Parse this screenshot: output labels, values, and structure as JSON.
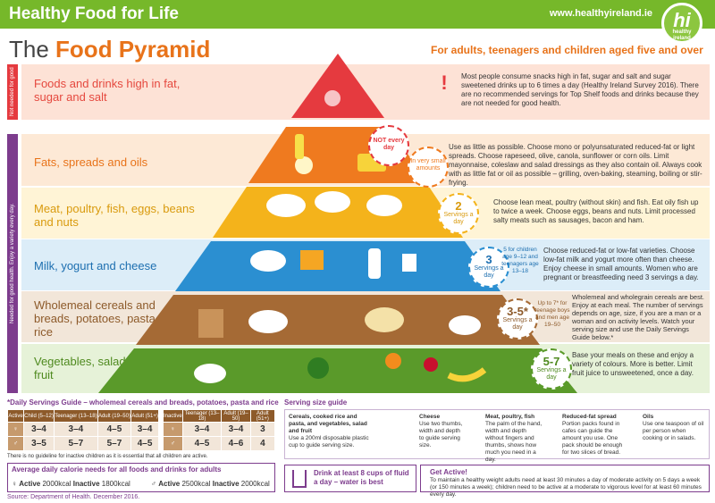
{
  "header": {
    "brand": "Healthy Food for Life",
    "url": "www.healthyireland.ie",
    "logo": "hi",
    "logo_sub": "healthy ireland"
  },
  "title_pre": "The",
  "title_main": "Food Pyramid",
  "subtitle": "For adults, teenagers and children aged five and over",
  "side_red": "Not needed for good health.",
  "side_purple": "Needed for good health. Enjoy a variety every day.",
  "tiers": [
    {
      "label": "Foods and drinks high in fat, sugar and salt",
      "badge": "NOT every day",
      "text": "Most people consume snacks high in fat, sugar and salt and sugar sweetened drinks up to 6 times a day (Healthy Ireland Survey 2016). There are no recommended servings for Top Shelf foods and drinks because they are not needed for good health."
    },
    {
      "label": "Fats, spreads and oils",
      "badge": "In very small amounts",
      "text": "Use as little as possible. Choose mono or polyunsaturated reduced-fat or light spreads. Choose rapeseed, olive, canola, sunflower or corn oils. Limit mayonnaise, coleslaw and salad dressings as they also contain oil. Always cook with as little fat or oil as possible – grilling, oven-baking, steaming, boiling or stir-frying."
    },
    {
      "label": "Meat, poultry, fish, eggs, beans and nuts",
      "badge_num": "2",
      "badge": "Servings a day",
      "text": "Choose lean meat, poultry (without skin) and fish. Eat oily fish up to twice a week. Choose eggs, beans and nuts. Limit processed salty meats such as sausages, bacon and ham."
    },
    {
      "label": "Milk, yogurt and cheese",
      "badge_num": "3",
      "badge": "Servings a day",
      "note": "5 for children age 9–12 and teenagers age 13–18",
      "text": "Choose reduced-fat or low-fat varieties. Choose low-fat milk and yogurt more often than cheese. Enjoy cheese in small amounts. Women who are pregnant or breastfeeding need 3 servings a day."
    },
    {
      "label": "Wholemeal cereals and breads, potatoes, pasta and rice",
      "badge_num": "3-5*",
      "badge": "Servings a day",
      "note": "Up to 7* for teenage boys and men age 19–50",
      "text": "Wholemeal and wholegrain cereals are best. Enjoy at each meal. The number of servings depends on age, size, if you are a man or a woman and on activity levels. Watch your serving size and use the Daily Servings Guide below.*"
    },
    {
      "label": "Vegetables, salad and fruit",
      "badge_num": "5-7",
      "badge": "Servings a day",
      "text": "Base your meals on these and enjoy a variety of colours. More is better. Limit fruit juice to unsweetened, once a day."
    }
  ],
  "guide": {
    "title": "*Daily Servings Guide – wholemeal cereals and breads, potatoes, pasta and rice",
    "active_label": "Active",
    "inactive_label": "Inactive",
    "cols": [
      "Child (5–12)",
      "Teenager (13–18)",
      "Adult (19–50)",
      "Adult (51+)"
    ],
    "cols_inactive": [
      "Teenager (13–18)",
      "Adult (19–50)",
      "Adult (51+)"
    ],
    "rows_active": [
      [
        "3–4",
        "3–4",
        "4–5",
        "3–4"
      ],
      [
        "3–5",
        "5–7",
        "5–7",
        "4–5"
      ]
    ],
    "rows_inactive": [
      [
        "3–4",
        "3–4",
        "3"
      ],
      [
        "4–5",
        "4–6",
        "4"
      ]
    ],
    "note": "There is no guideline for inactive children as it is essential that all children are active."
  },
  "calories": {
    "title": "Average daily calorie needs for all foods and drinks for adults",
    "f_active": "Active",
    "f_active_val": "2000kcal",
    "f_inactive": "Inactive",
    "f_inactive_val": "1800kcal",
    "m_active": "Active",
    "m_active_val": "2500kcal",
    "m_inactive": "Inactive",
    "m_inactive_val": "2000kcal"
  },
  "source": "Source: Department of Health. December 2016.",
  "ssg": {
    "title": "Serving size guide",
    "items": [
      {
        "head": "Cereals, cooked rice and pasta, and vegetables, salad and fruit",
        "text": "Use a 200ml disposable plastic cup to guide serving size."
      },
      {
        "head": "Cheese",
        "text": "Use two thumbs, width and depth to guide serving size."
      },
      {
        "head": "Meat, poultry, fish",
        "text": "The palm of the hand, width and depth without fingers and thumbs, shows how much you need in a day."
      },
      {
        "head": "Reduced-fat spread",
        "text": "Portion packs found in cafes can guide the amount you use. One pack should be enough for two slices of bread."
      },
      {
        "head": "Oils",
        "text": "Use one teaspoon of oil per person when cooking or in salads."
      }
    ]
  },
  "drink": "Drink at least 8 cups of fluid a day – water is best",
  "active": {
    "title": "Get Active!",
    "text": "To maintain a healthy weight adults need at least 30 minutes a day of moderate activity on 5 days a week (or 150 minutes a week); children need to be active at a moderate to vigorous level for at least 60 minutes every day."
  },
  "colors": {
    "green": "#76b82a",
    "orange": "#e8731a",
    "purple": "#7d3c8d",
    "red": "#e53a3f",
    "yellow": "#f2b21b",
    "blue": "#1d6fb0",
    "brown": "#8d5a2a",
    "veg": "#4f8a1f"
  }
}
